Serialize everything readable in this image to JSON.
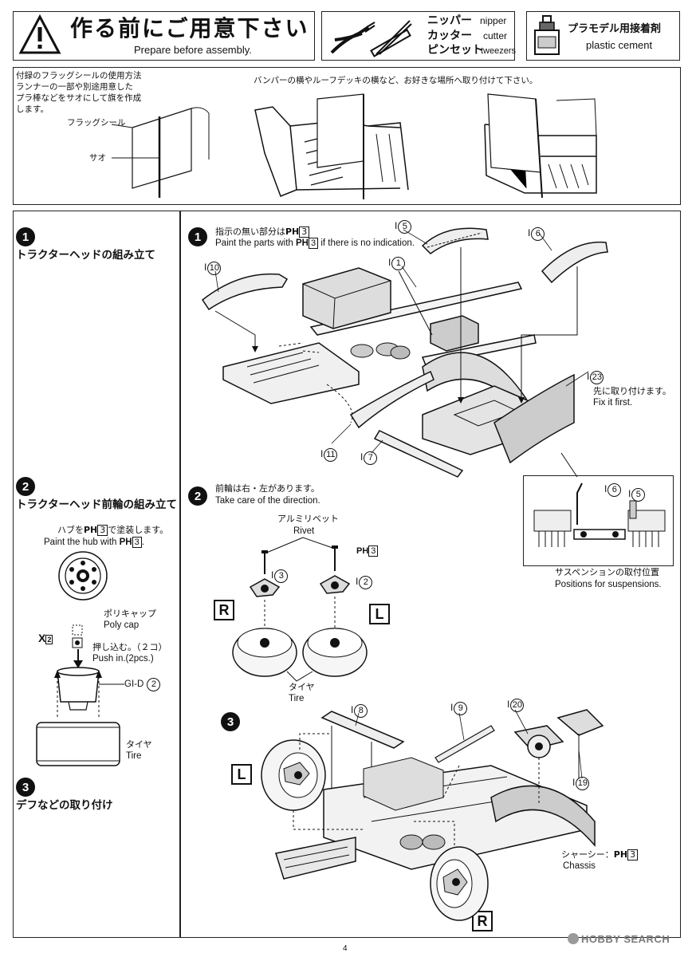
{
  "header": {
    "title_jp": "作る前にご用意下さい",
    "title_en": "Prepare before assembly.",
    "tools": [
      {
        "jp": "ニッパー",
        "en": "nipper"
      },
      {
        "jp": "カッター",
        "en": "cutter"
      },
      {
        "jp": "ピンセット",
        "en": "tweezers"
      }
    ],
    "cement_jp": "プラモデル用接着剤",
    "cement_en": "plastic cement"
  },
  "flag_section": {
    "instruction_lines": [
      "付録のフラッグシールの使用方法",
      "ランナーの一部や別途用意した",
      "プラ棒などをサオにして旗を作成",
      "します。"
    ],
    "label_flag_seal": "フラッグシール",
    "label_pole": "サオ",
    "bumper_note": "バンパーの横やルーフデッキの横など、お好きな場所へ取り付けて下さい。"
  },
  "sidebar": {
    "steps": [
      {
        "num": "1",
        "title": "トラクターヘッドの組み立て"
      },
      {
        "num": "2",
        "title": "トラクターヘッド前輪の組み立て"
      },
      {
        "num": "3",
        "title": "デフなどの取り付け"
      }
    ],
    "hub_note_jp": "ハブを",
    "hub_note_jp_suffix": "で塗装します。",
    "hub_note_en": "Paint the hub with",
    "paint_code": "PH",
    "paint_num": "3",
    "polycap_jp": "ポリキャップ",
    "polycap_en": "Poly cap",
    "x_mark": "X",
    "x_num": "2",
    "push_jp": "押し込む。（２コ）",
    "push_en": "Push in.(2pcs.)",
    "gid_label": "GI-D",
    "gid_num": "2",
    "tire_jp": "タイヤ",
    "tire_en": "Tire"
  },
  "step1": {
    "num": "1",
    "note_jp_prefix": "指示の無い部分は",
    "note_en_prefix": "Paint the parts with",
    "note_en_suffix": "if there is no indication.",
    "paint_code": "PH",
    "paint_num": "3",
    "parts": [
      {
        "prefix": "I",
        "num": "5"
      },
      {
        "prefix": "I",
        "num": "6"
      },
      {
        "prefix": "I",
        "num": "10"
      },
      {
        "prefix": "I",
        "num": "1"
      },
      {
        "prefix": "I",
        "num": "23"
      },
      {
        "prefix": "I",
        "num": "11"
      },
      {
        "prefix": "I",
        "num": "7"
      }
    ],
    "fix_jp": "先に取り付けます。",
    "fix_en": "Fix it first.",
    "inset_parts": [
      {
        "prefix": "I",
        "num": "6"
      },
      {
        "prefix": "I",
        "num": "5"
      }
    ],
    "suspension_jp": "サスペンションの取付位置",
    "suspension_en": "Positions for suspensions."
  },
  "step2": {
    "num": "2",
    "note_jp": "前輪は右・左があります。",
    "note_en": "Take care of the direction.",
    "rivet_jp": "アルミリベット",
    "rivet_en": "Rivet",
    "paint_code": "PH",
    "paint_num": "3",
    "parts": [
      {
        "prefix": "I",
        "num": "3"
      },
      {
        "prefix": "I",
        "num": "2"
      }
    ],
    "right": "R",
    "left": "L",
    "tire_jp": "タイヤ",
    "tire_en": "Tire"
  },
  "step3": {
    "num": "3",
    "parts": [
      {
        "prefix": "I",
        "num": "8"
      },
      {
        "prefix": "I",
        "num": "9"
      },
      {
        "prefix": "I",
        "num": "20"
      },
      {
        "prefix": "I",
        "num": "19"
      }
    ],
    "left": "L",
    "right": "R",
    "chassis_jp": "シャーシー：",
    "chassis_en": "Chassis",
    "paint_code": "PH",
    "paint_num": "3"
  },
  "footer": {
    "page": "4",
    "watermark": "HOBBY SEARCH"
  }
}
